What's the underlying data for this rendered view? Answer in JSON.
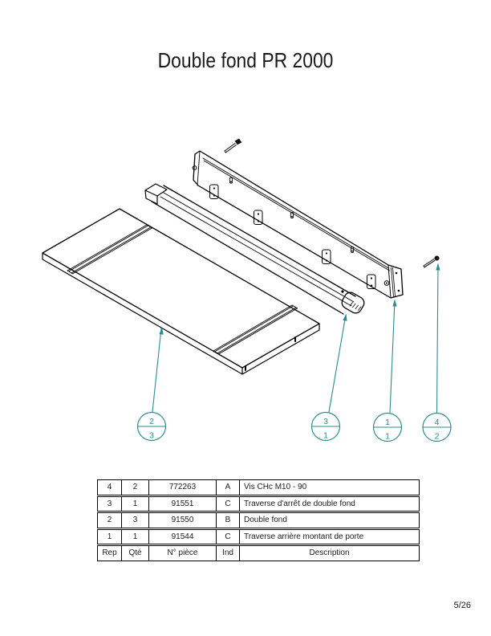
{
  "page": {
    "title": "Double fond PR 2000",
    "page_number": "5/26"
  },
  "colors": {
    "callout_teal": "#2b8c8c",
    "line_black": "#000000"
  },
  "drawing": {
    "type": "exploded-isometric-parts-diagram",
    "callouts": [
      {
        "rep": "2",
        "qty": "3"
      },
      {
        "rep": "3",
        "qty": "1"
      },
      {
        "rep": "1",
        "qty": "1"
      },
      {
        "rep": "4",
        "qty": "2"
      }
    ]
  },
  "table": {
    "headers": {
      "rep": "Rep",
      "qty": "Qté",
      "part": "N° pièce",
      "ind": "Ind",
      "desc": "Description"
    },
    "rows": [
      {
        "rep": "4",
        "qty": "2",
        "part": "772263",
        "ind": "A",
        "desc": "Vis CHc M10 - 90"
      },
      {
        "rep": "3",
        "qty": "1",
        "part": "91551",
        "ind": "C",
        "desc": "Traverse d'arrêt de double fond"
      },
      {
        "rep": "2",
        "qty": "3",
        "part": "91550",
        "ind": "B",
        "desc": "Double fond"
      },
      {
        "rep": "1",
        "qty": "1",
        "part": "91544",
        "ind": "C",
        "desc": "Traverse arrière montant de porte"
      }
    ]
  }
}
